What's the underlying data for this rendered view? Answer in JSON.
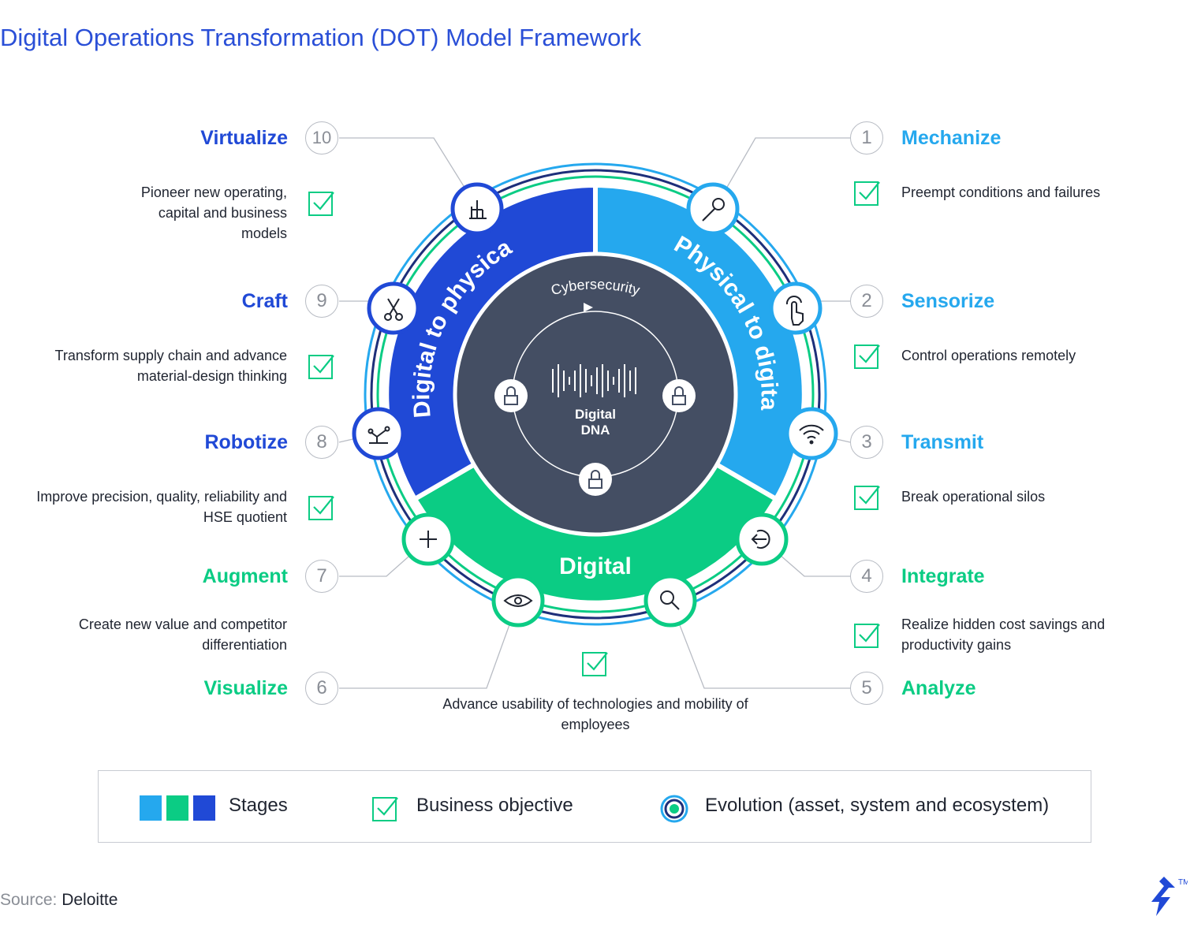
{
  "title": "Digital Operations Transformation (DOT) Model Framework",
  "colors": {
    "light_blue": "#25a8ee",
    "dark_blue": "#2049d6",
    "green": "#0bcc84",
    "core": "#444e63",
    "title_blue": "#2a4fd7"
  },
  "stages": [
    {
      "label": "Physical to digital",
      "color": "#25a8ee"
    },
    {
      "label": "Digital",
      "color": "#0bcc84"
    },
    {
      "label": "Digital to physical",
      "color": "#2049d6"
    }
  ],
  "core": {
    "cybersecurity": "Cybersecurity",
    "dna_line1": "Digital",
    "dna_line2": "DNA"
  },
  "steps": [
    {
      "num": "1",
      "name": "Mechanize",
      "desc": "Preempt conditions and failures",
      "icon": "wrench-icon"
    },
    {
      "num": "2",
      "name": "Sensorize",
      "desc": "Control operations remotely",
      "icon": "touch-icon"
    },
    {
      "num": "3",
      "name": "Transmit",
      "desc": "Break operational silos",
      "icon": "wifi-icon"
    },
    {
      "num": "4",
      "name": "Integrate",
      "desc": "Realize hidden cost savings and productivity gains",
      "icon": "enter-icon"
    },
    {
      "num": "5",
      "name": "Analyze",
      "icon": "magnifier-icon"
    },
    {
      "num": "6",
      "name": "Visualize",
      "icon": "eye-icon"
    },
    {
      "num": "7",
      "name": "Augment",
      "desc": "Create new value and competitor differentiation",
      "icon": "crosshair-icon"
    },
    {
      "num": "8",
      "name": "Robotize",
      "desc": "Improve precision, quality, reliability and HSE quotient",
      "icon": "robot-arm-icon"
    },
    {
      "num": "9",
      "name": "Craft",
      "desc": "Transform supply chain and advance material-design thinking",
      "icon": "scissors-icon"
    },
    {
      "num": "10",
      "name": "Virtualize",
      "desc": "Pioneer new operating, capital and business models",
      "icon": "chart-icon"
    }
  ],
  "center_desc": "Advance usability of technologies and mobility of employees",
  "legend": {
    "stages": "Stages",
    "objective": "Business objective",
    "evolution": "Evolution (asset, system and ecosystem)"
  },
  "source": {
    "label": "Source:",
    "value": " Deloitte"
  }
}
